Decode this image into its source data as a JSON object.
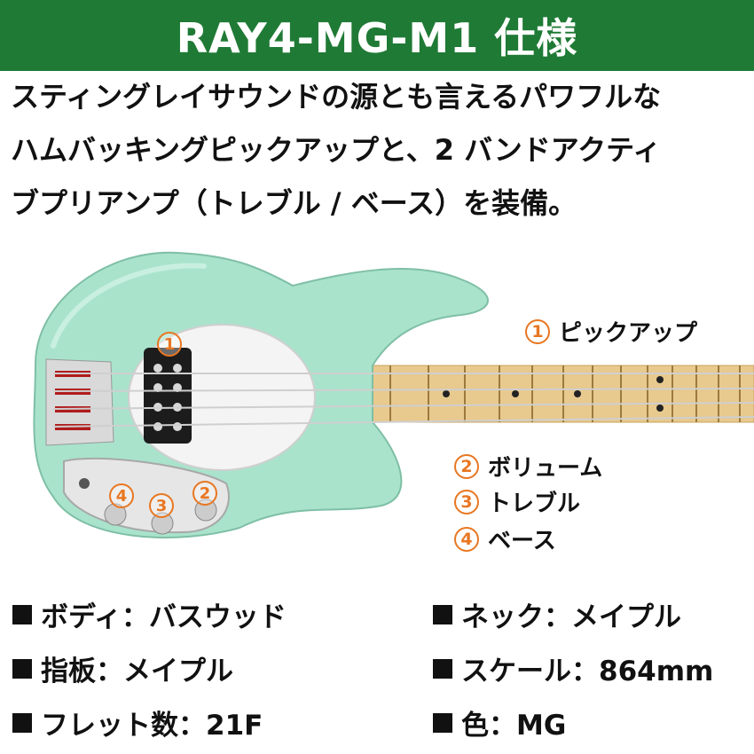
{
  "header": {
    "title": "RAY4-MG-M1 仕様"
  },
  "description": {
    "lines": [
      "スティングレイサウンドの源とも言えるパワフルな",
      "ハムバッキングピックアップと、2 バンドアクティ",
      "ブプリアンプ（トレブル / ベース）を装備。"
    ]
  },
  "callouts": [
    {
      "number": "1",
      "label": "ピックアップ"
    },
    {
      "number": "2",
      "label": "ボリューム"
    },
    {
      "number": "3",
      "label": "トレブル"
    },
    {
      "number": "4",
      "label": "ベース"
    }
  ],
  "specs": [
    {
      "text": "ボディ：バスウッド"
    },
    {
      "text": "ネック：メイプル"
    },
    {
      "text": "指板：メイプル"
    },
    {
      "text": "スケール：864mm"
    },
    {
      "text": "フレット数：21F"
    },
    {
      "text": "色：MG"
    }
  ],
  "colors": {
    "header_bg": "#1f7a35",
    "accent": "#e87722",
    "body_finish": "#a9e3cc",
    "fretboard": "#e8c98e"
  }
}
